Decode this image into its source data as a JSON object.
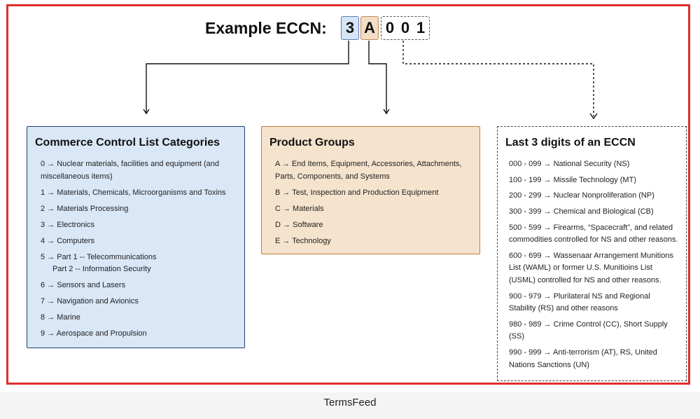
{
  "header": {
    "label": "Example ECCN:",
    "category_digit": "3",
    "group_letter": "A",
    "last_digits": [
      "0",
      "0",
      "1"
    ]
  },
  "categories_box": {
    "title": "Commerce Control List Categories",
    "items": [
      "0 → Nuclear materials, facilities and equipment (and miscellaneous items)",
      "1 → Materials, Chemicals, Microorganisms and Toxins",
      "2 → Materials Processing",
      "3 → Electronics",
      "4 → Computers",
      "5 → Part 1 -- Telecommunications",
      "6 → Sensors and Lasers",
      "7 → Navigation and Avionics",
      "8 → Marine",
      "9 → Aerospace and Propulsion"
    ],
    "item5_sub": "Part 2 -- Information Security"
  },
  "groups_box": {
    "title": "Product Groups",
    "items": [
      "A → End Items, Equipment, Accessories, Attachments, Parts, Components, and Systems",
      "B → Test, Inspection and Production Equipment",
      "C → Materials",
      "D → Software",
      "E → Technology"
    ]
  },
  "digits_box": {
    "title": "Last 3 digits of an ECCN",
    "items": [
      "000 - 099 → National Security (NS)",
      "100 - 199 → Missile Technology (MT)",
      "200 - 299 → Nuclear Nonproliferation (NP)",
      "300 - 399 → Chemical and Biological (CB)",
      "500 - 599 → Firearms, “Spacecraft”, and related commodities controlled for NS and other reasons.",
      "600 - 699 → Wassenaar Arrangement Munitions List (WAML) or former U.S. Munitioins List (USML) controlled for NS and other reasons.",
      "900 - 979 → Plurilateral NS and Regional Stability (RS) and other reasons",
      "980 - 989 → Crime Control (CC), Short Supply (SS)",
      "990 - 999 → Anti-terrorism (AT), RS, United Nations Sanctions (UN)"
    ]
  },
  "footer": {
    "brand": "TermsFeed"
  },
  "colors": {
    "frame": "#e12d2d",
    "blue_fill": "#d9e7f7",
    "blue_border": "#233b73",
    "orange_fill": "#f5e3cd",
    "orange_border": "#c47a3f"
  }
}
